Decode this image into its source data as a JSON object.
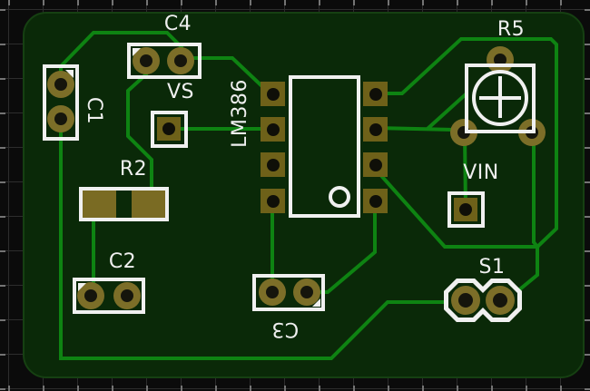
{
  "labels": {
    "c1": "C1",
    "c4": "C4",
    "vs": "VS",
    "r2": "R2",
    "c2": "C2",
    "ic": "LM386",
    "c3": "C3",
    "r5": "R5",
    "vin": "VIN",
    "s1": "S1"
  },
  "colors": {
    "background": "#0b0b0b",
    "board": "#0a2908",
    "trace": "#0e8312",
    "pad_ring": "#7c6e28",
    "smd_pad": "#7a6b23",
    "silkscreen": "#f0f0f0"
  },
  "traces": {
    "stroke_width": 4,
    "segments": [
      [
        [
          67,
          93
        ],
        [
          67,
          73
        ],
        [
          103,
          36
        ],
        [
          184,
          36
        ],
        [
          200,
          52
        ],
        [
          200,
          64
        ]
      ],
      [
        [
          200,
          64
        ],
        [
          256,
          64
        ],
        [
          295,
          101
        ]
      ],
      [
        [
          186,
          142
        ],
        [
          296,
          142
        ]
      ],
      [
        [
          161,
          67
        ],
        [
          161,
          82
        ],
        [
          141,
          100
        ],
        [
          141,
          150
        ],
        [
          167,
          176
        ],
        [
          167,
          214
        ]
      ],
      [
        [
          103,
          236
        ],
        [
          103,
          324
        ]
      ],
      [
        [
          67,
          131
        ],
        [
          67,
          395
        ],
        [
          365,
          395
        ],
        [
          427,
          333
        ],
        [
          506,
          333
        ]
      ],
      [
        [
          300,
          219
        ],
        [
          300,
          320
        ]
      ],
      [
        [
          413,
          219
        ],
        [
          413,
          278
        ],
        [
          361,
          322
        ],
        [
          338,
          322
        ]
      ],
      [
        [
          415,
          103
        ],
        [
          443,
          103
        ],
        [
          508,
          43
        ],
        [
          607,
          43
        ],
        [
          613,
          49
        ],
        [
          613,
          252
        ],
        [
          592,
          272
        ],
        [
          592,
          303
        ],
        [
          558,
          331
        ]
      ],
      [
        [
          588,
          146
        ],
        [
          588,
          267
        ],
        [
          592,
          272
        ]
      ],
      [
        [
          592,
          272
        ],
        [
          490,
          272
        ],
        [
          415,
          188
        ]
      ],
      [
        [
          415,
          141
        ],
        [
          499,
          143
        ]
      ],
      [
        [
          472,
          141
        ],
        [
          513,
          104
        ]
      ],
      [
        [
          512,
          148
        ],
        [
          513,
          231
        ]
      ]
    ]
  }
}
